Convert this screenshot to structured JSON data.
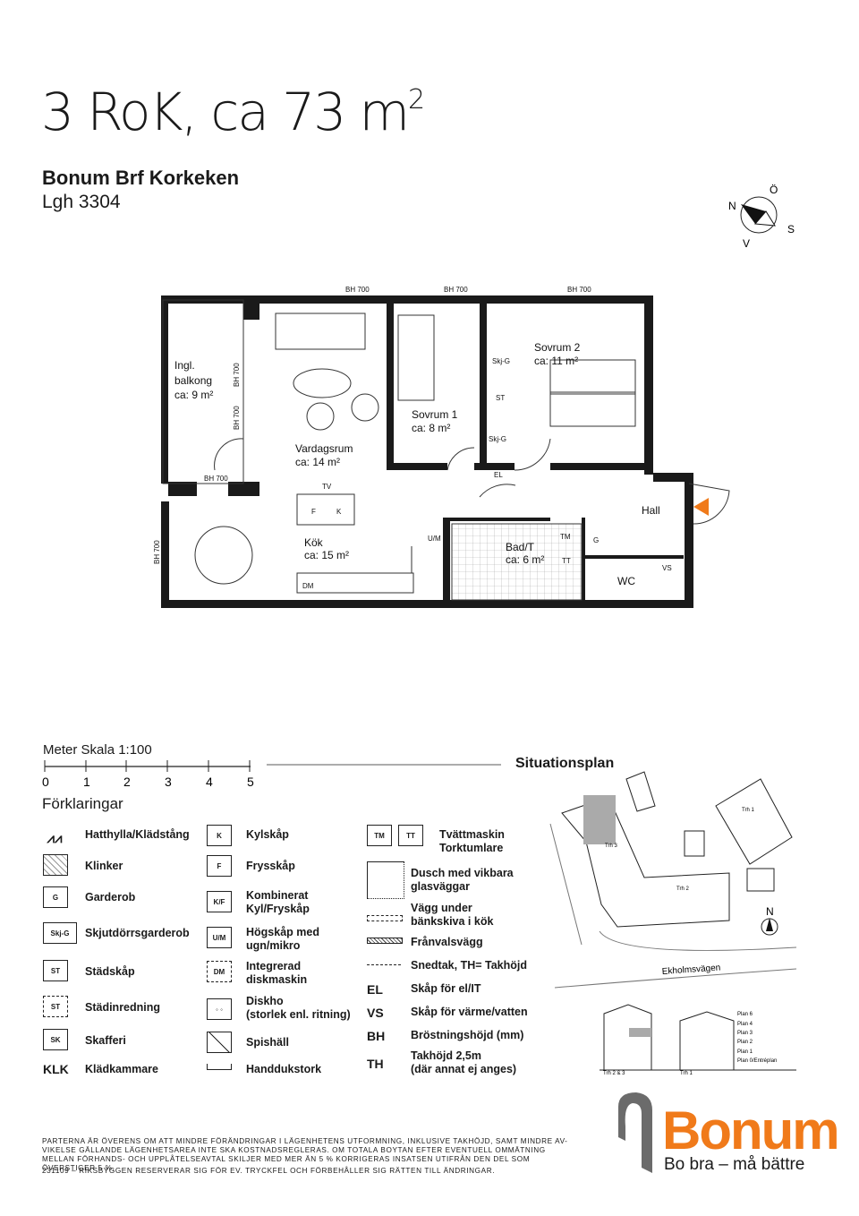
{
  "header": {
    "title_main": "3 RoK, ca 73 m",
    "title_sup": "2",
    "project": "Bonum Brf Korkeken",
    "apartment": "Lgh 3304"
  },
  "compass": {
    "n": "N",
    "o": "Ö",
    "s": "S",
    "v": "V"
  },
  "plan": {
    "bh": "BH 700",
    "rooms": {
      "balcony": [
        "Ingl.",
        "balkong",
        "ca: 9 m²"
      ],
      "living": [
        "Vardagsrum",
        "ca: 14 m²"
      ],
      "bed1": [
        "Sovrum 1",
        "ca: 8 m²"
      ],
      "bed2": [
        "Sovrum 2",
        "ca: 11 m²"
      ],
      "kitchen": [
        "Kök",
        "ca: 15 m²"
      ],
      "bath": [
        "Bad/T",
        "ca: 6 m²"
      ],
      "hall": "Hall",
      "wc": "WC"
    },
    "marks": {
      "tv": "TV",
      "f": "F",
      "k": "K",
      "dm": "DM",
      "um": "U/M",
      "skjg": "Skj-G",
      "st": "ST",
      "el": "EL",
      "tm": "TM",
      "tt": "TT",
      "g": "G",
      "vs": "VS"
    }
  },
  "scale": {
    "label": "Meter   Skala 1:100",
    "ticks": [
      "0",
      "1",
      "2",
      "3",
      "4",
      "5"
    ]
  },
  "legend": {
    "title": "Förklaringar",
    "col1": [
      {
        "sym": "",
        "text": "Hatthylla/Klädstång"
      },
      {
        "sym": "",
        "text": "Klinker"
      },
      {
        "sym": "G",
        "text": "Garderob"
      },
      {
        "sym": "Skj-G",
        "text": "Skjutdörrsgarderob"
      },
      {
        "sym": "ST",
        "text": "Städskåp"
      },
      {
        "sym": "ST",
        "text": "Städinredning"
      },
      {
        "sym": "SK",
        "text": "Skafferi"
      },
      {
        "sym": "KLK",
        "text": "Klädkammare"
      }
    ],
    "col2": [
      {
        "sym": "K",
        "text": "Kylskåp"
      },
      {
        "sym": "F",
        "text": "Frysskåp"
      },
      {
        "sym": "K/F",
        "text": "Kombinerat\nKyl/Fryskåp"
      },
      {
        "sym": "U/M",
        "text": "Högskåp med\nugn/mikro"
      },
      {
        "sym": "DM",
        "text": "Integrerad\ndiskmaskin"
      },
      {
        "sym": "",
        "text": "Diskho\n(storlek enl. ritning)"
      },
      {
        "sym": "",
        "text": "Spishäll"
      },
      {
        "sym": "",
        "text": "Handdukstork"
      }
    ],
    "col3": [
      {
        "sym": "TM",
        "sym2": "TT",
        "text": "Tvättmaskin\nTorktumlare"
      },
      {
        "sym": "",
        "text": "Dusch med vikbara\nglasväggar"
      },
      {
        "sym": "",
        "text": "Vägg under\nbänkskiva i kök"
      },
      {
        "sym": "",
        "text": "Frånvalsvägg"
      },
      {
        "sym": "",
        "text": "Snedtak, TH= Takhöjd"
      },
      {
        "sym": "EL",
        "text": "Skåp för el/IT"
      },
      {
        "sym": "VS",
        "text": "Skåp för värme/vatten"
      },
      {
        "sym": "BH",
        "text": "Bröstningshöjd (mm)"
      },
      {
        "sym": "TH",
        "text": "Takhöjd 2,5m\n(där annat ej anges)"
      }
    ]
  },
  "site_plan": {
    "title": "Situationsplan",
    "road": "Ekholmsvägen",
    "north": "N",
    "labels": [
      "Trh 1",
      "Trh 2",
      "Trh 3",
      "Trh 2 & 3",
      "Trh 1"
    ],
    "floors": [
      "Plan 6",
      "Plan 4",
      "Plan 3",
      "Plan 2",
      "Plan 1",
      "Plan 0/Entréplan"
    ]
  },
  "footer": {
    "disclaimer": "Parterna är överens om att mindre förändringar i lägenhetens utformning, inklusive takhöjd, samt mindre av- vikelse gällande lägenhetsarea inte ska kostnadsregleras. Om totala boytan efter eventuell ommätning mellan förhands- och upplåtelseavtal skiljer med mer än 5 % korrigeras insatsen utifrån den del som överstiger 5 %.",
    "print_ref": "231109 – RIKSBYGGEN RESERVERAR SIG FÖR EV. TRYCKFEL OCH FÖRBEHÅLLER SIG RÄTTEN TILL ÄNDRINGAR.",
    "brand": "Bonum",
    "slogan": "Bo bra – må bättre"
  },
  "colors": {
    "accent": "#f07a1a",
    "wall": "#1a1a1a",
    "logo_grey": "#6b6b6b"
  }
}
